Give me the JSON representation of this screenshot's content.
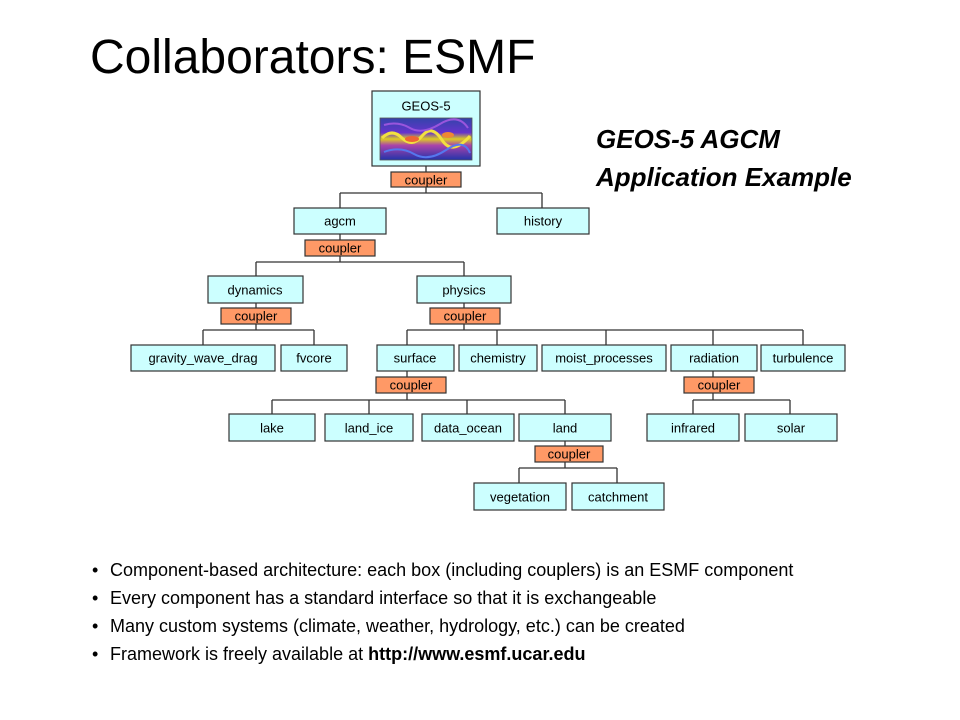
{
  "title": "Collaborators:  ESMF",
  "subtitle": [
    "GEOS-5 AGCM",
    "Application Example"
  ],
  "diagram": {
    "root": "GEOS-5",
    "coupler_label": "coupler",
    "components": {
      "agcm": "agcm",
      "history": "history",
      "dynamics": "dynamics",
      "physics": "physics",
      "gravity_wave_drag": "gravity_wave_drag",
      "fvcore": "fvcore",
      "surface": "surface",
      "chemistry": "chemistry",
      "moist_processes": "moist_processes",
      "radiation": "radiation",
      "turbulence": "turbulence",
      "lake": "lake",
      "land_ice": "land_ice",
      "data_ocean": "data_ocean",
      "land": "land",
      "infrared": "infrared",
      "solar": "solar",
      "vegetation": "vegetation",
      "catchment": "catchment"
    },
    "colors": {
      "component": "#ccffff",
      "coupler": "#ff9966"
    }
  },
  "bullets": [
    {
      "text": "Component-based architecture:  each box (including couplers) is an ESMF component"
    },
    {
      "text": "Every component has a standard interface so that it is exchangeable"
    },
    {
      "text": "Many custom systems (climate, weather, hydrology, etc.) can be created"
    },
    {
      "text": "Framework is freely available at ",
      "link": "http://www.esmf.ucar.edu"
    }
  ]
}
